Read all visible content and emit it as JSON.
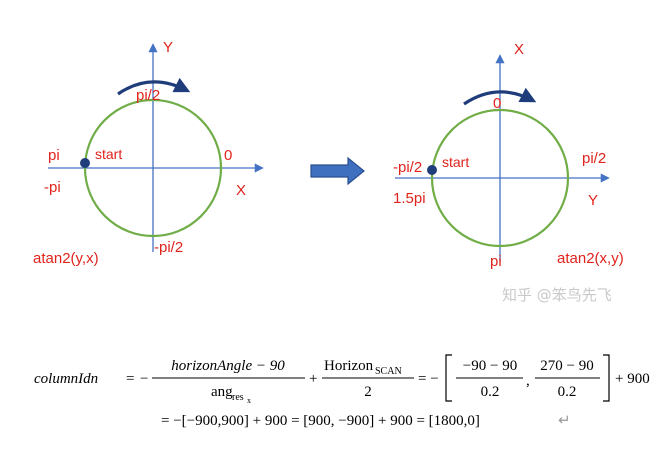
{
  "left_diagram": {
    "axis_y": "Y",
    "axis_x": "X",
    "top": "pi/2",
    "right": "0",
    "left_upper": "pi",
    "left_lower": "-pi",
    "bottom": "-pi/2",
    "start": "start",
    "func": "atan2(y,x)"
  },
  "right_diagram": {
    "axis_up": "X",
    "axis_right": "Y",
    "top": "0",
    "right": "pi/2",
    "left_upper": "-pi/2",
    "left_lower": "1.5pi",
    "bottom": "pi",
    "start": "start",
    "func": "atan2(x,y)"
  },
  "watermark": "知乎 @笨鸟先飞",
  "colors": {
    "label_red": "#e0231c",
    "axis_blue": "#4472c4",
    "circle_green": "#70ad47",
    "dot_navy": "#1f3d7a",
    "arrow_fill": "#3f6fbf",
    "arrow_stroke": "#2a4f8f"
  },
  "equation": {
    "lhs": "columnIdn",
    "eq": "=",
    "minus": "−",
    "f1_num": "horizonAngle − 90",
    "f1_den": "ang",
    "f1_den_sub": "res",
    "f1_den_subsub": "x",
    "plus": "+",
    "f2_num": "Horizon",
    "f2_num_sub": "SCAN",
    "f2_den": "2",
    "eq2": "= −",
    "m1_num": "−90 − 90",
    "m1_den": "0.2",
    "comma": ",",
    "m2_num": "270 − 90",
    "m2_den": "0.2",
    "tail": "+ 900",
    "line2": "= −[−900,900] + 900 = [900, −900] + 900 = [1800,0]",
    "return_mark": "↵"
  }
}
